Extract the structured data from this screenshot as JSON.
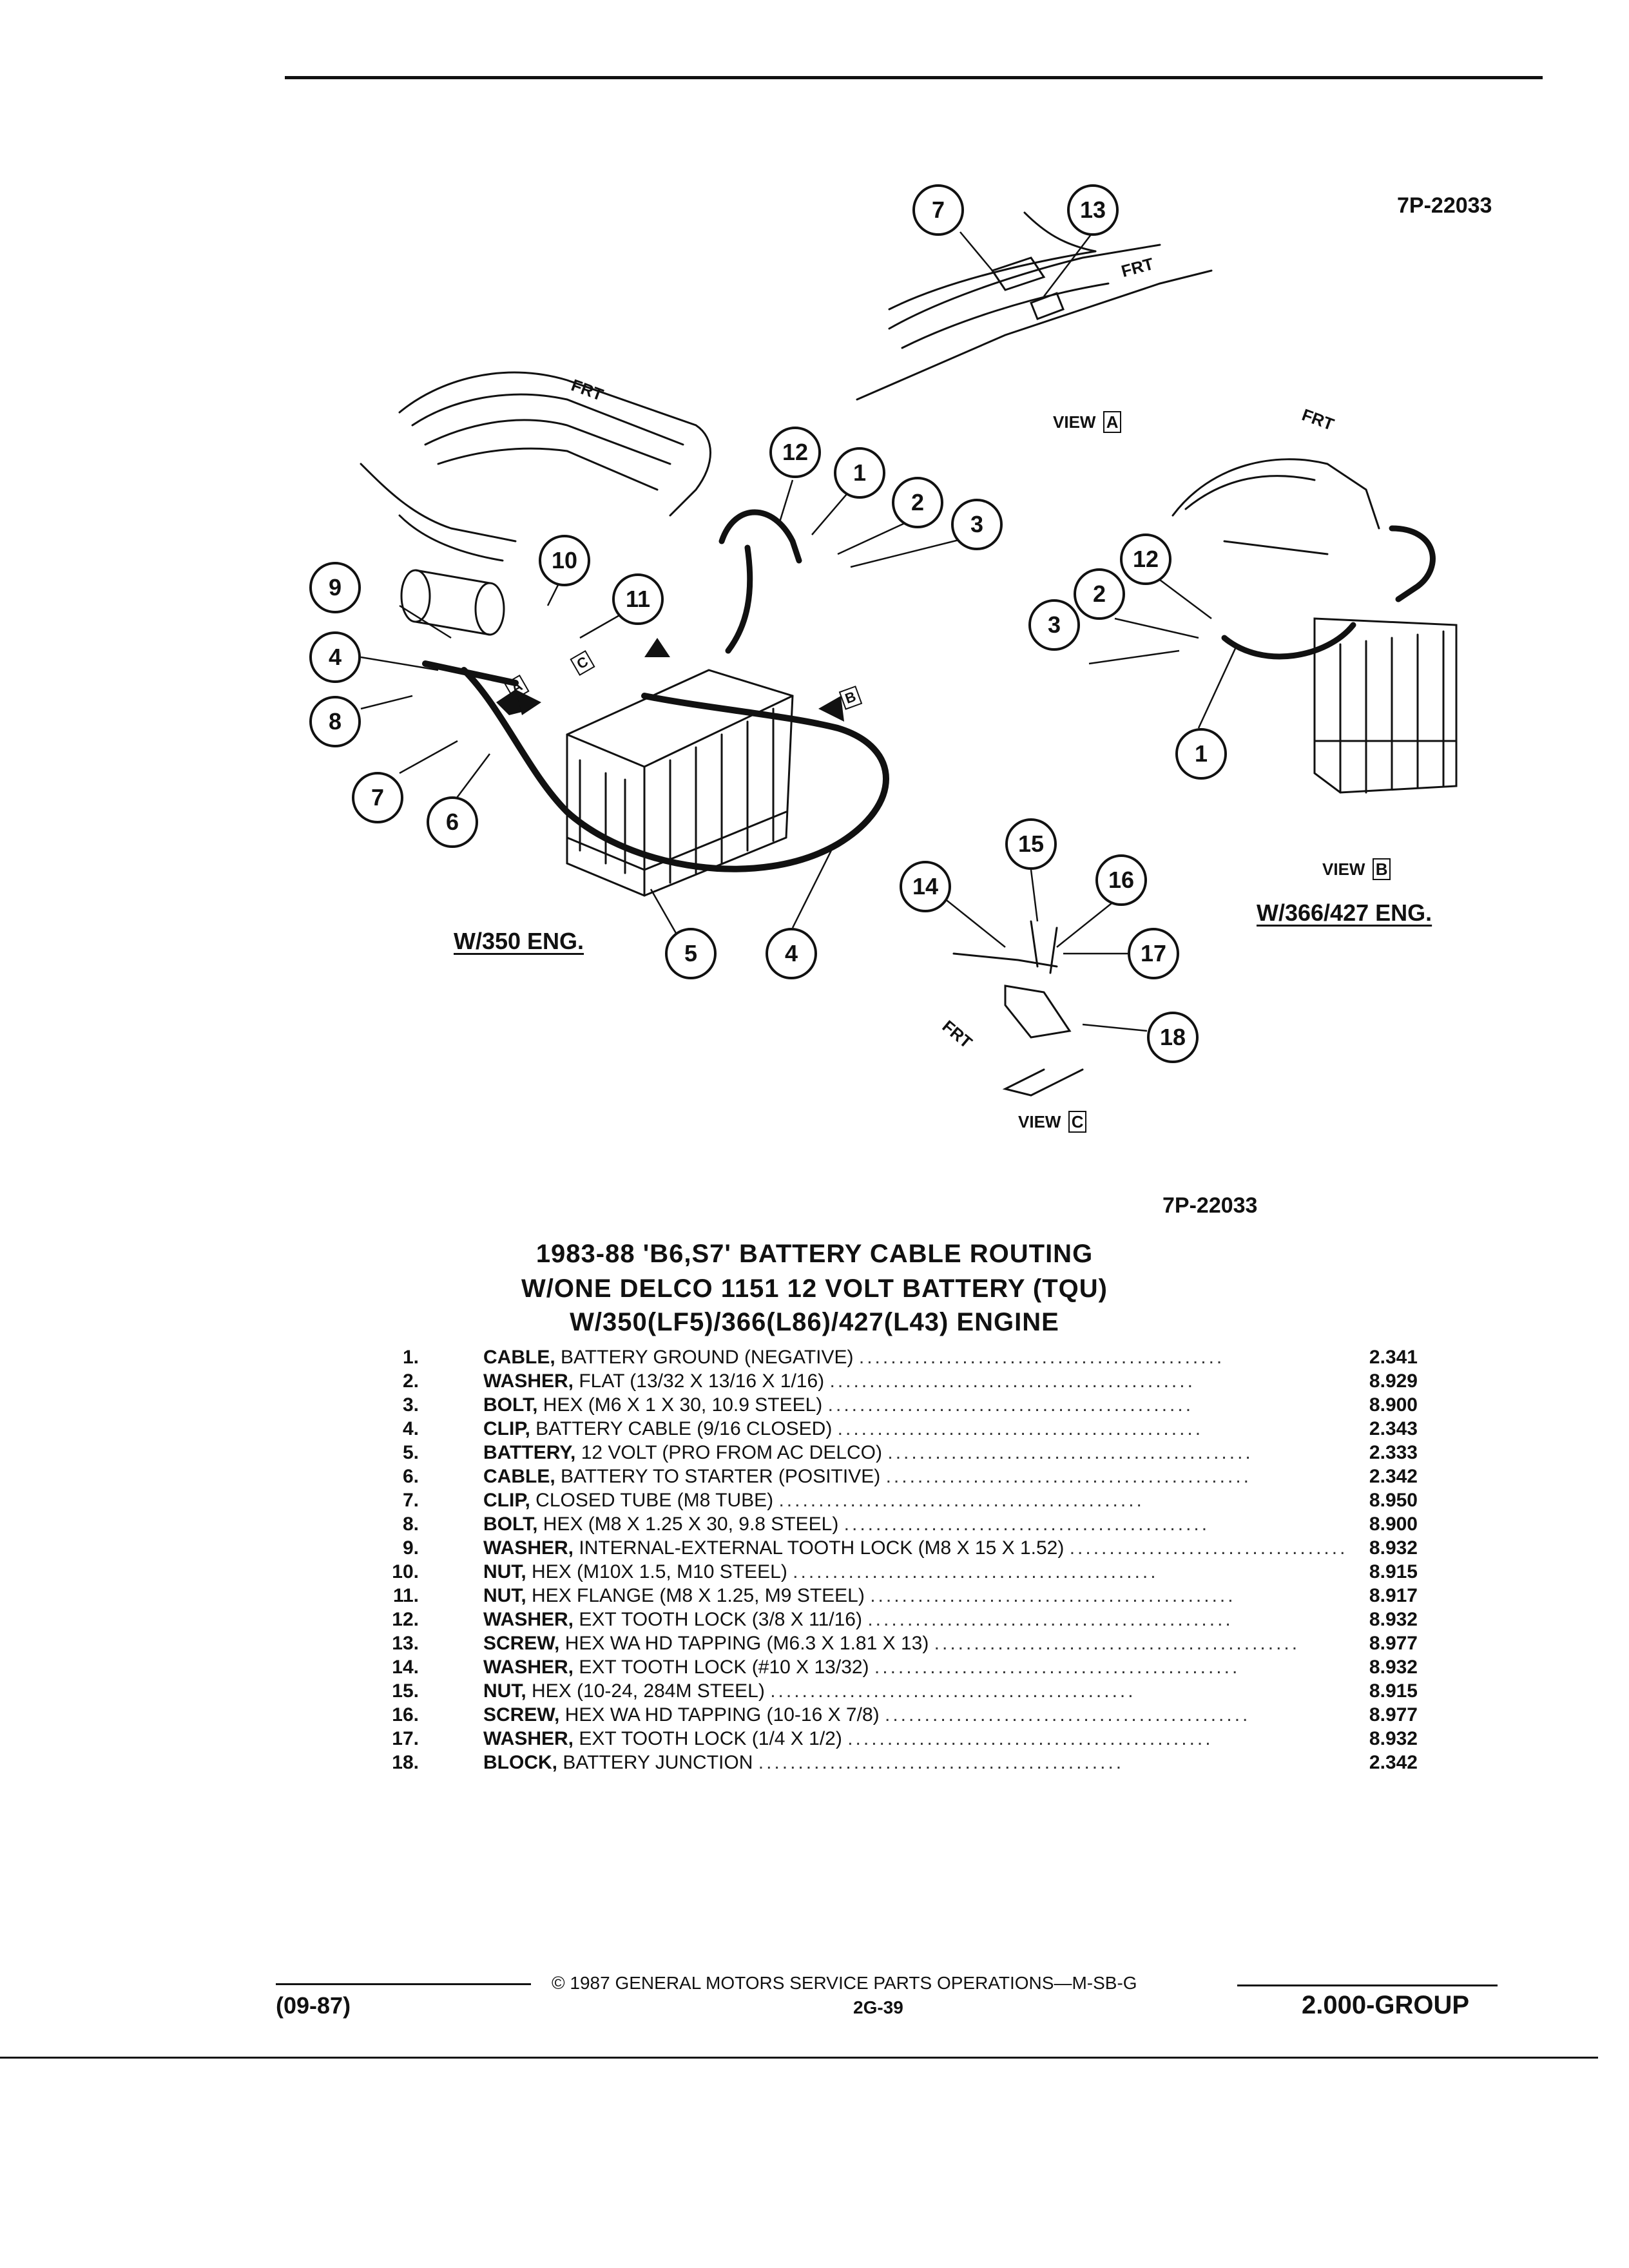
{
  "figure_number_top": "7P-22033",
  "figure_number_bottom": "7P-22033",
  "view_labels": {
    "a": "VIEW",
    "a_letter": "A",
    "b": "VIEW",
    "b_letter": "B",
    "c": "VIEW",
    "c_letter": "C"
  },
  "frt_labels": [
    "FRT",
    "FRT",
    "FRT",
    "FRT"
  ],
  "engine_labels": {
    "left": "W/350 ENG.",
    "right": "W/366/427 ENG."
  },
  "callouts": [
    "7",
    "13",
    "12",
    "1",
    "2",
    "3",
    "10",
    "9",
    "11",
    "4",
    "8",
    "7",
    "6",
    "5",
    "4",
    "12",
    "2",
    "3",
    "1",
    "15",
    "14",
    "16",
    "17",
    "18"
  ],
  "arrow_tags": [
    "C",
    "A",
    "B"
  ],
  "title": {
    "line1": "1983-88 'B6,S7' BATTERY CABLE ROUTING",
    "line2": "W/ONE DELCO 1151 12 VOLT BATTERY (TQU)",
    "line3": "W/350(LF5)/366(L86)/427(L43) ENGINE"
  },
  "parts": [
    {
      "num": "1.",
      "name": "CABLE,",
      "desc": "BATTERY GROUND (NEGATIVE)",
      "code": "2.341"
    },
    {
      "num": "2.",
      "name": "WASHER,",
      "desc": "FLAT (13/32 X 13/16 X 1/16)",
      "code": "8.929"
    },
    {
      "num": "3.",
      "name": "BOLT,",
      "desc": "HEX (M6 X 1 X 30, 10.9 STEEL)",
      "code": "8.900"
    },
    {
      "num": "4.",
      "name": "CLIP,",
      "desc": "BATTERY CABLE (9/16 CLOSED)",
      "code": "2.343"
    },
    {
      "num": "5.",
      "name": "BATTERY,",
      "desc": "12 VOLT (PRO FROM AC DELCO)",
      "code": "2.333"
    },
    {
      "num": "6.",
      "name": "CABLE,",
      "desc": "BATTERY TO STARTER (POSITIVE)",
      "code": "2.342"
    },
    {
      "num": "7.",
      "name": "CLIP,",
      "desc": "CLOSED TUBE (M8 TUBE)",
      "code": "8.950"
    },
    {
      "num": "8.",
      "name": "BOLT,",
      "desc": "HEX (M8 X 1.25 X 30, 9.8 STEEL)",
      "code": "8.900"
    },
    {
      "num": "9.",
      "name": "WASHER,",
      "desc": "INTERNAL-EXTERNAL TOOTH LOCK (M8 X 15 X 1.52)",
      "code": "8.932"
    },
    {
      "num": "10.",
      "name": "NUT,",
      "desc": "HEX (M10X 1.5, M10 STEEL)",
      "code": "8.915"
    },
    {
      "num": "11.",
      "name": "NUT,",
      "desc": "HEX FLANGE (M8 X 1.25, M9 STEEL)",
      "code": "8.917"
    },
    {
      "num": "12.",
      "name": "WASHER,",
      "desc": "EXT TOOTH LOCK (3/8 X 11/16)",
      "code": "8.932"
    },
    {
      "num": "13.",
      "name": "SCREW,",
      "desc": "HEX WA HD TAPPING (M6.3 X 1.81 X 13)",
      "code": "8.977"
    },
    {
      "num": "14.",
      "name": "WASHER,",
      "desc": "EXT TOOTH LOCK (#10 X 13/32)",
      "code": "8.932"
    },
    {
      "num": "15.",
      "name": "NUT,",
      "desc": "HEX (10-24, 284M STEEL)",
      "code": "8.915"
    },
    {
      "num": "16.",
      "name": "SCREW,",
      "desc": "HEX WA HD TAPPING (10-16 X 7/8)",
      "code": "8.977"
    },
    {
      "num": "17.",
      "name": "WASHER,",
      "desc": "EXT TOOTH LOCK (1/4 X 1/2)",
      "code": "8.932"
    },
    {
      "num": "18.",
      "name": "BLOCK,",
      "desc": "BATTERY JUNCTION",
      "code": "2.342"
    }
  ],
  "footer": {
    "date": "(09-87)",
    "copyright": "© 1987 GENERAL MOTORS SERVICE PARTS OPERATIONS—M-SB-G",
    "page": "2G-39",
    "group": "2.000-GROUP"
  }
}
